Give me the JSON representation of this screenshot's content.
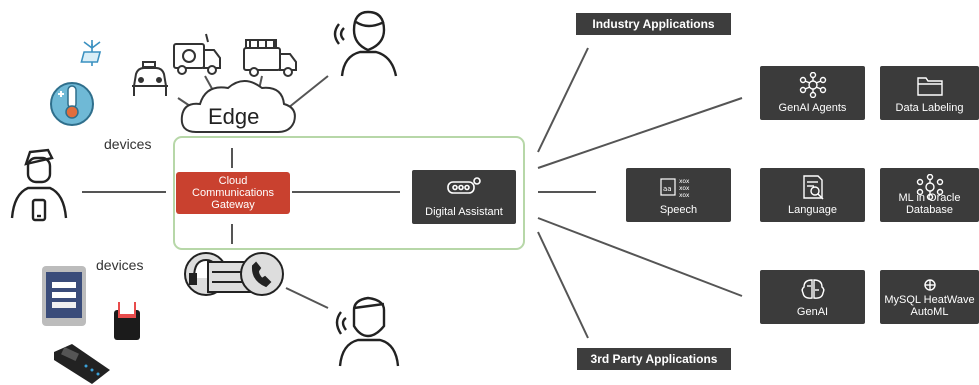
{
  "edge_label": "Edge",
  "devices_top_label": "devices",
  "devices_bottom_label": "devices",
  "gateway": {
    "line1": "Cloud",
    "line2": "Communications",
    "line3": "Gateway"
  },
  "digital_assistant": "Digital Assistant",
  "industry_header": "Industry Applications",
  "third_party_header": "3rd Party Applications",
  "services": {
    "genai_agents": "GenAI Agents",
    "data_labeling": "Data Labeling",
    "speech": "Speech",
    "language": "Language",
    "ml_oracle_1": "ML in Oracle",
    "ml_oracle_2": "Database",
    "genai": "GenAI",
    "mysql_1": "MySQL HeatWave",
    "mysql_2": "AutoML"
  },
  "colors": {
    "gateway": "#c9412f",
    "box": "#3b3b3b",
    "frame": "#b7d7a8",
    "thermo": "#6fb9d6"
  }
}
